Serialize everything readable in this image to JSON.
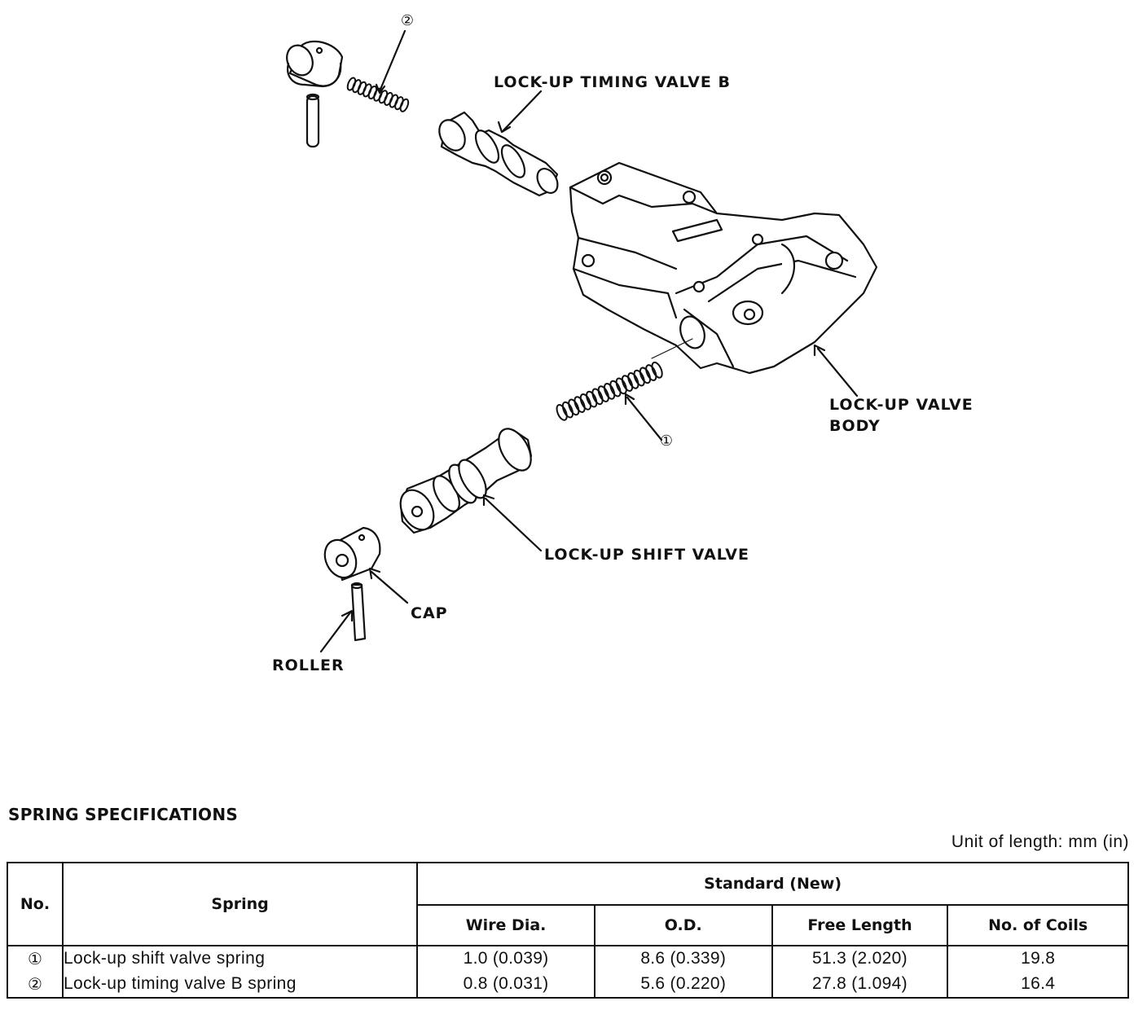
{
  "diagram": {
    "labels": {
      "timing_valve": "LOCK-UP TIMING VALVE B",
      "valve_body_line1": "LOCK-UP VALVE",
      "valve_body_line2": "BODY",
      "shift_valve": "LOCK-UP SHIFT VALVE",
      "cap": "CAP",
      "roller": "ROLLER"
    },
    "markers": {
      "spring_2": "②",
      "spring_1": "①"
    }
  },
  "specs": {
    "title": "SPRING SPECIFICATIONS",
    "unit_note": "Unit of length: mm (in)",
    "headers": {
      "no": "No.",
      "spring": "Spring",
      "standard": "Standard (New)",
      "wire_dia": "Wire Dia.",
      "od": "O.D.",
      "free_length": "Free Length",
      "coils": "No. of Coils"
    },
    "rows": [
      {
        "no": "①",
        "spring": "Lock-up shift valve spring",
        "wire_dia": "1.0 (0.039)",
        "od": "8.6 (0.339)",
        "free_length": "51.3 (2.020)",
        "coils": "19.8"
      },
      {
        "no": "②",
        "spring": "Lock-up timing valve B spring",
        "wire_dia": "0.8 (0.031)",
        "od": "5.6 (0.220)",
        "free_length": "27.8 (1.094)",
        "coils": "16.4"
      }
    ]
  }
}
